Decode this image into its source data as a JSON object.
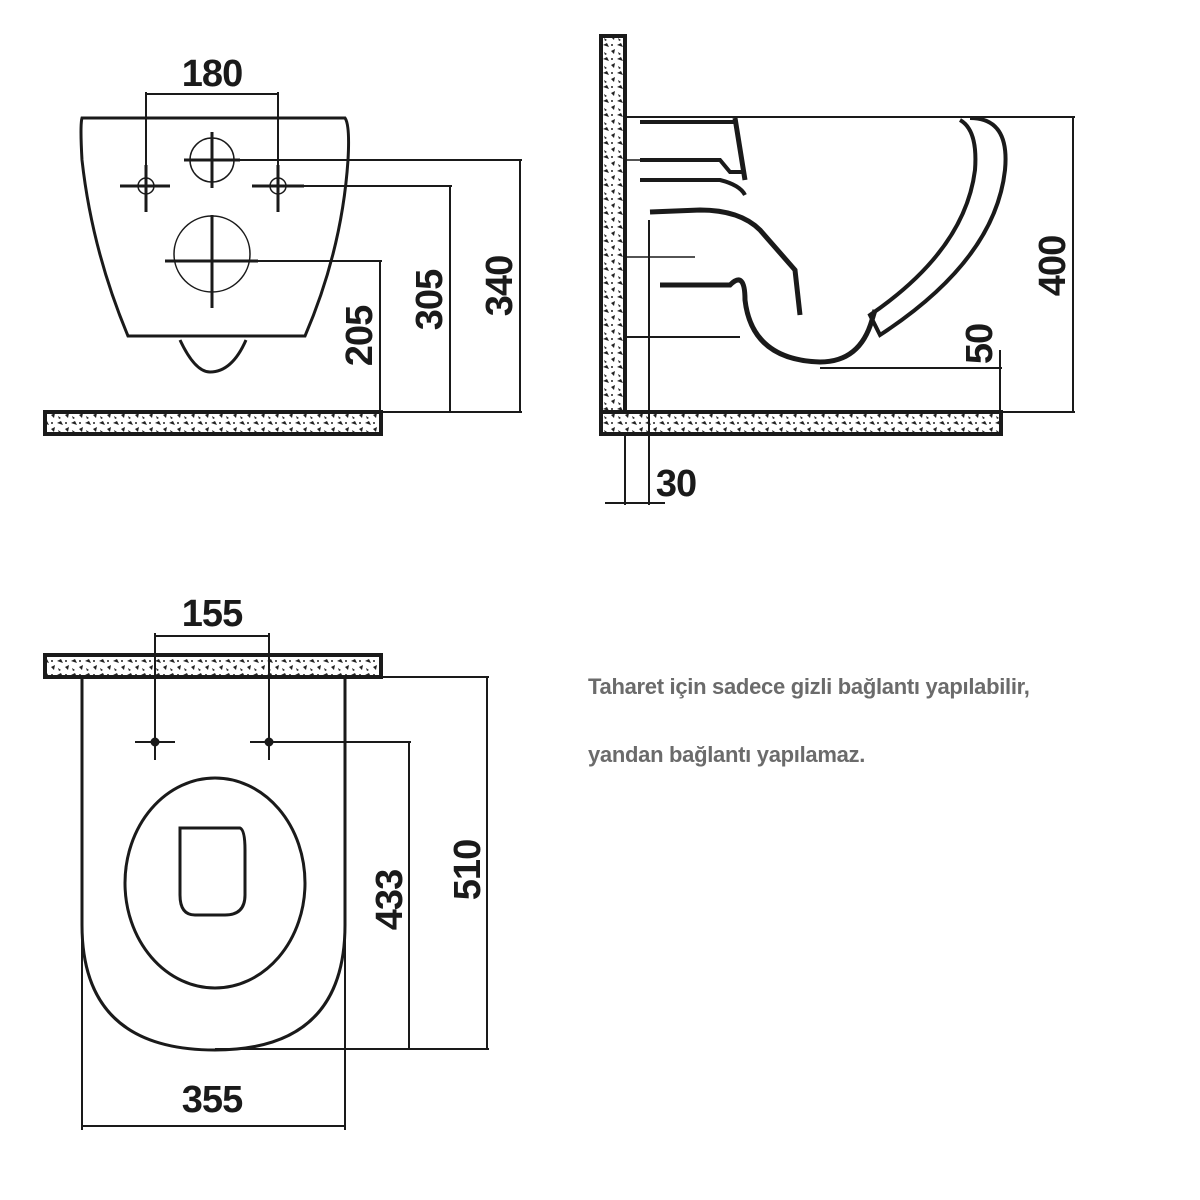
{
  "drawing": {
    "type": "technical-dimension-drawing",
    "subject": "wall-hung toilet",
    "views": {
      "rear_view": {
        "dimensions": {
          "bolt_spacing": "180",
          "drain_height": "205",
          "bolt_height": "305",
          "inlet_height": "340"
        }
      },
      "side_section": {
        "dimensions": {
          "total_height": "400",
          "drain_offset": "50",
          "wall_gap": "30"
        }
      },
      "top_view": {
        "dimensions": {
          "bolt_spacing": "155",
          "bolt_to_front": "433",
          "total_length": "510",
          "width": "355"
        }
      }
    }
  },
  "notes": {
    "line1": "Taharet için sadece gizli bağlantı yapılabilir,",
    "line2": "yandan bağlantı yapılamaz."
  },
  "colors": {
    "line": "#1a1a1a",
    "note_text": "#6b6b6b",
    "background": "#ffffff"
  }
}
